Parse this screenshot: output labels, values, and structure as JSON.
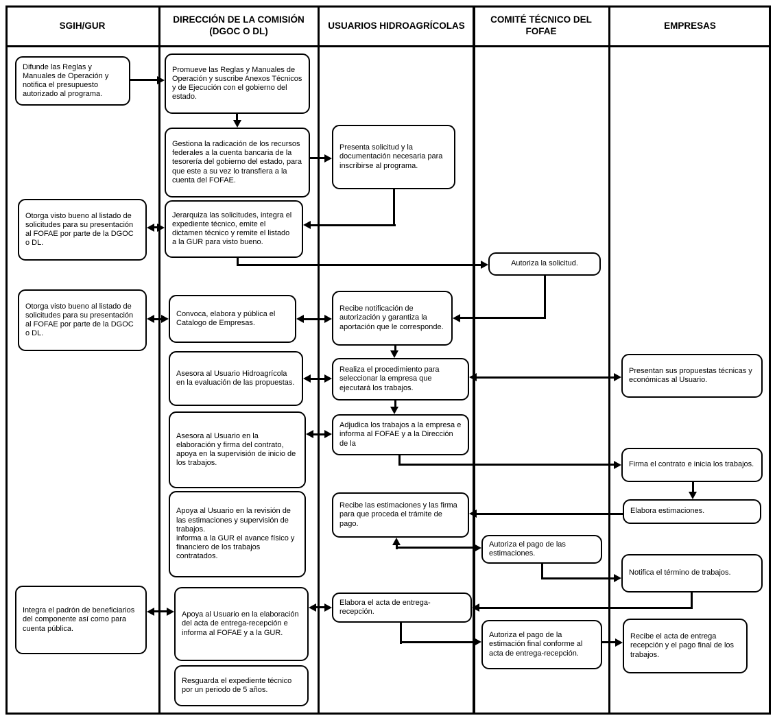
{
  "diagram": {
    "title_implicit": "",
    "columns": [
      {
        "id": "sgih",
        "label": "SGIH/GUR"
      },
      {
        "id": "dgoc",
        "label": "DIRECCIÓN DE LA COMISIÓN (DGOC O DL)"
      },
      {
        "id": "usuarios",
        "label": "USUARIOS HIDROAGRÍCOLAS"
      },
      {
        "id": "fofae",
        "label": "COMITÉ TÉCNICO DEL FOFAE"
      },
      {
        "id": "empresas",
        "label": "EMPRESAS"
      }
    ],
    "boxes": {
      "difunde": "Difunde las Reglas y Manuales de Operación y notifica el presupuesto autorizado al programa.",
      "promueve": "Promueve las Reglas y Manuales de Operación y suscribe Anexos Técnicos y de Ejecución con el gobierno del estado.",
      "gestiona": "Gestiona la radicación de los recursos federales a la cuenta bancaria de la tesorería del gobierno del estado, para que este a su vez lo transfiera a la cuenta del FOFAE.",
      "presenta": "Presenta solicitud y la documentación necesaria para inscribirse al programa.",
      "otorga1": "Otorga visto bueno al listado de solicitudes para su presentación al FOFAE por parte de la DGOC o DL.",
      "jerarquiza": "Jerarquiza las solicitudes, integra el expediente técnico, emite el dictamen técnico y remite el listado a la GUR para visto bueno.",
      "autoriza_solicitud": "Autoriza la solicitud.",
      "otorga2": "Otorga visto bueno al listado de solicitudes para su presentación al FOFAE por parte de la DGOC o DL.",
      "convoca": "Convoca, elabora y pública el Catalogo de Empresas.",
      "recibe_notif": "Recibe notificación de autorización y garantiza la aportación que le corresponde.",
      "asesora_eval": "Asesora al Usuario Hidroagrícola en la evaluación de las propuestas.",
      "realiza_proc": "Realiza el procedimiento para seleccionar la empresa que ejecutará los trabajos.",
      "presentan_prop": "Presentan sus propuestas técnicas y económicas al Usuario.",
      "asesora_contrato": "Asesora al Usuario en la elaboración y firma del contrato, apoya en la supervisión de inicio de los trabajos.",
      "adjudica": "Adjudica los trabajos a la empresa e informa al FOFAE y a la Dirección de la",
      "firma_contrato": "Firma el contrato e inicia los trabajos.",
      "elabora_estim": "Elabora estimaciones.",
      "apoya_revision": "Apoya al Usuario en la revisión de las estimaciones y supervisión de trabajos.\ninforma a la GUR el avance físico y financiero de los trabajos contratados.",
      "recibe_estim": "Recibe las estimaciones y las firma para que proceda el trámite de pago.",
      "autoriza_pago_estim": "Autoriza el pago de las estimaciones.",
      "notifica_termino": "Notifica el término de trabajos.",
      "integra_padron": "Integra el padrón de beneficiarios del componente así como para cuenta pública.",
      "apoya_acta": "Apoya al Usuario en la elaboración del acta de entrega-recepción e informa al FOFAE y a la GUR.",
      "elabora_acta": "Elabora el acta de entrega-recepción.",
      "autoriza_pago_final": "Autoriza el pago de la estimación final conforme al acta de entrega-recepción.",
      "recibe_acta": "Recibe el acta de entrega recepción y el pago final de los trabajos.",
      "resguarda": "Resguarda el expediente técnico por un periodo de 5 años."
    },
    "line_color": "#000000",
    "background_color": "#ffffff"
  }
}
